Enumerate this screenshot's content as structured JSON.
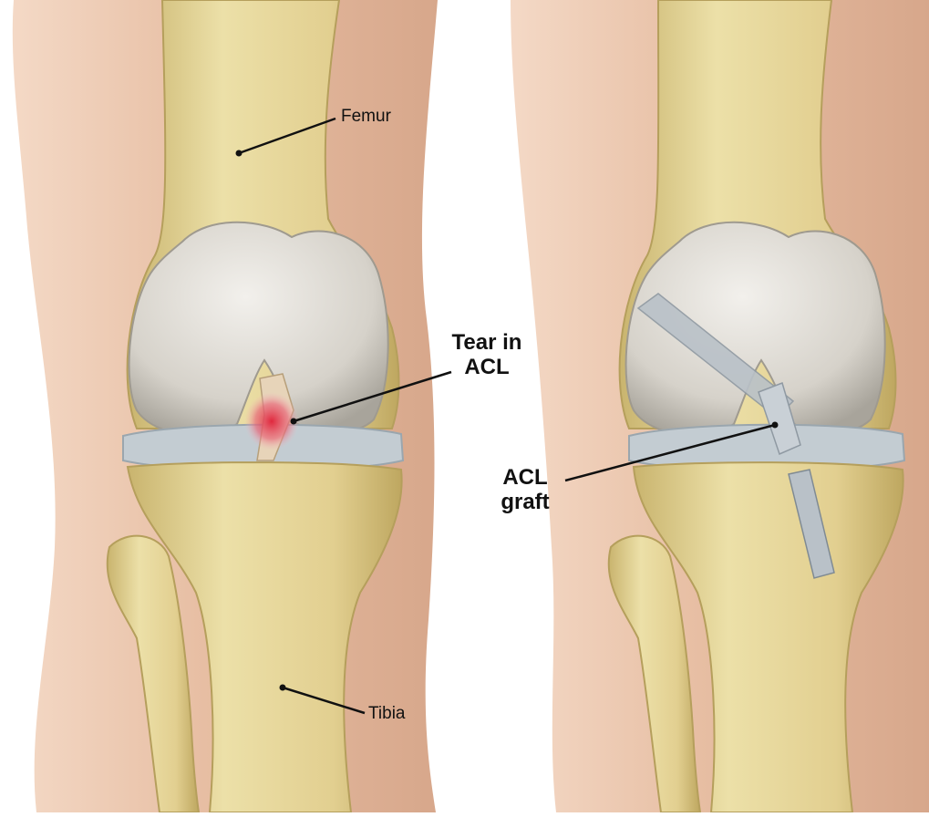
{
  "diagram": {
    "panels": [
      {
        "panel": "left",
        "depicts": "knee with torn anterior cruciate ligament"
      },
      {
        "panel": "right",
        "depicts": "knee after ACL graft reconstruction"
      }
    ],
    "labels": {
      "femur": "Femur",
      "tear_line1": "Tear in",
      "tear_line2": "ACL",
      "tibia": "Tibia",
      "graft_line1": "ACL",
      "graft_line2": "graft"
    },
    "colors": {
      "skin": "#e9c5ad",
      "skin_shadow": "#d9a98c",
      "bone": "#e3d193",
      "bone_shadow": "#c9b46e",
      "cartilage": "#d7d3cb",
      "meniscus": "#c3ccd2",
      "tear": "#d8394a",
      "graft": "#b9c1c8",
      "leader_line": "#111111"
    }
  }
}
